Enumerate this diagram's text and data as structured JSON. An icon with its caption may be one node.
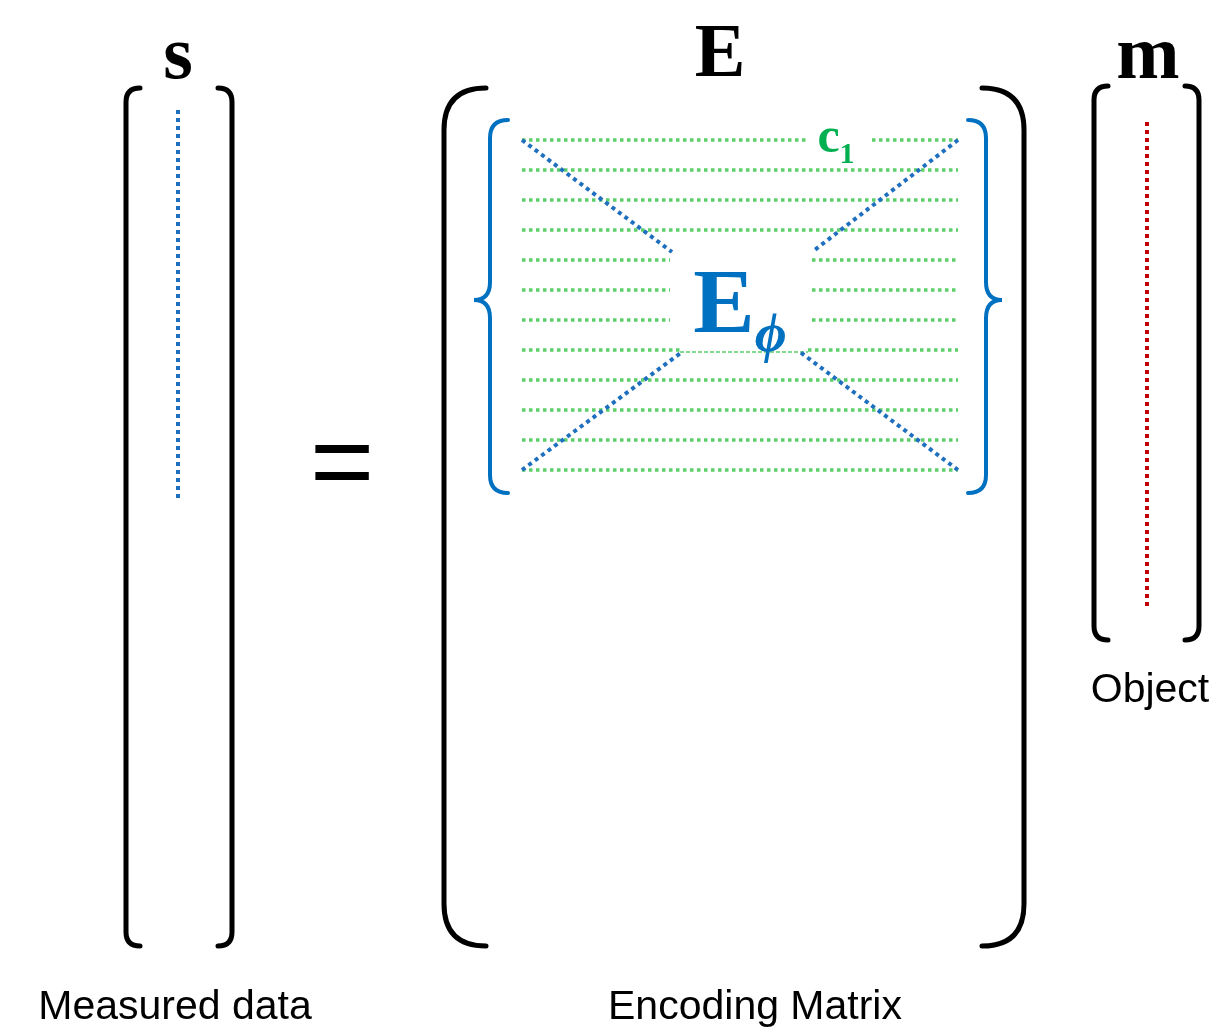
{
  "diagram": {
    "labels": [
      "s",
      "E",
      "m",
      "c$_{1}$",
      "E$_{ϕ}$",
      "=",
      "Object",
      "Measured data",
      "Encoding Matrix"
    ]
  }
}
